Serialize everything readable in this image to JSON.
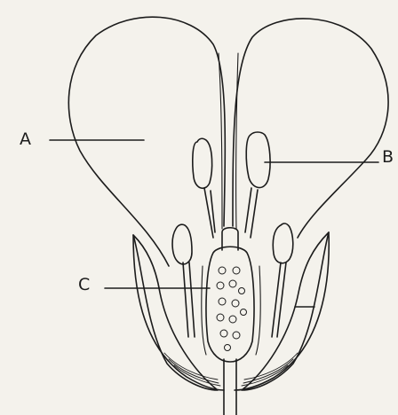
{
  "diagram": {
    "labels": {
      "a": "A",
      "b": "B",
      "c": "C"
    },
    "colors": {
      "ink": "#1c1c1c",
      "paper": "#f4f2ec"
    }
  }
}
